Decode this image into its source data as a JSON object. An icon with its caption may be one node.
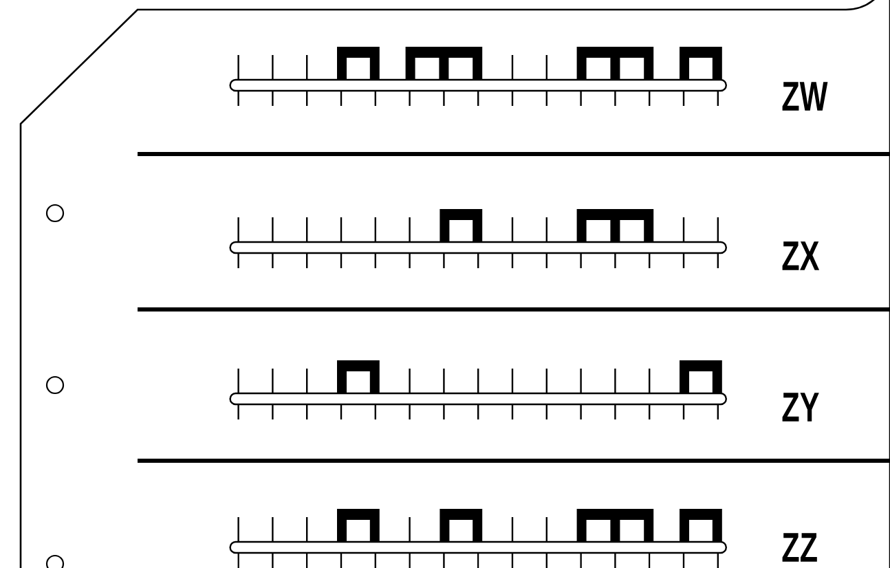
{
  "diagram": {
    "labels": [
      "ZW",
      "ZX",
      "ZY",
      "ZZ"
    ]
  }
}
